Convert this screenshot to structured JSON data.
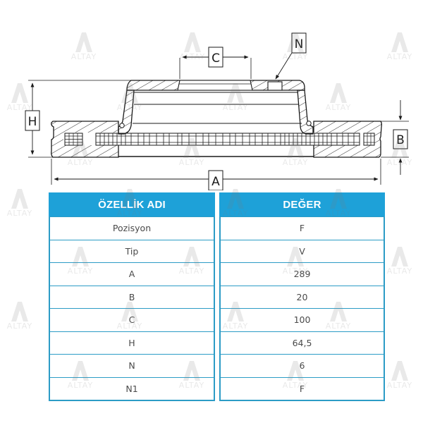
{
  "drawing": {
    "title": "Brake disc cross-section technical drawing",
    "dimension_labels": {
      "A": "A",
      "B": "B",
      "C": "C",
      "H": "H",
      "N": "N"
    },
    "line_color": "#1a1a1a",
    "hatch_color": "#2a2a2a"
  },
  "watermark": {
    "text": "ALTAY",
    "color": "#9a9a9a"
  },
  "spec_table": {
    "header": {
      "name_col": "ÖZELLİK ADI",
      "value_col": "DEĞER"
    },
    "header_bg": "#1ea1d8",
    "border_color": "#2c9cc6",
    "rows": [
      {
        "name": "Pozisyon",
        "value": "F"
      },
      {
        "name": "Tip",
        "value": "V"
      },
      {
        "name": "A",
        "value": "289"
      },
      {
        "name": "B",
        "value": "20"
      },
      {
        "name": "C",
        "value": "100"
      },
      {
        "name": "H",
        "value": "64,5"
      },
      {
        "name": "N",
        "value": "6"
      },
      {
        "name": "N1",
        "value": "F"
      }
    ]
  }
}
